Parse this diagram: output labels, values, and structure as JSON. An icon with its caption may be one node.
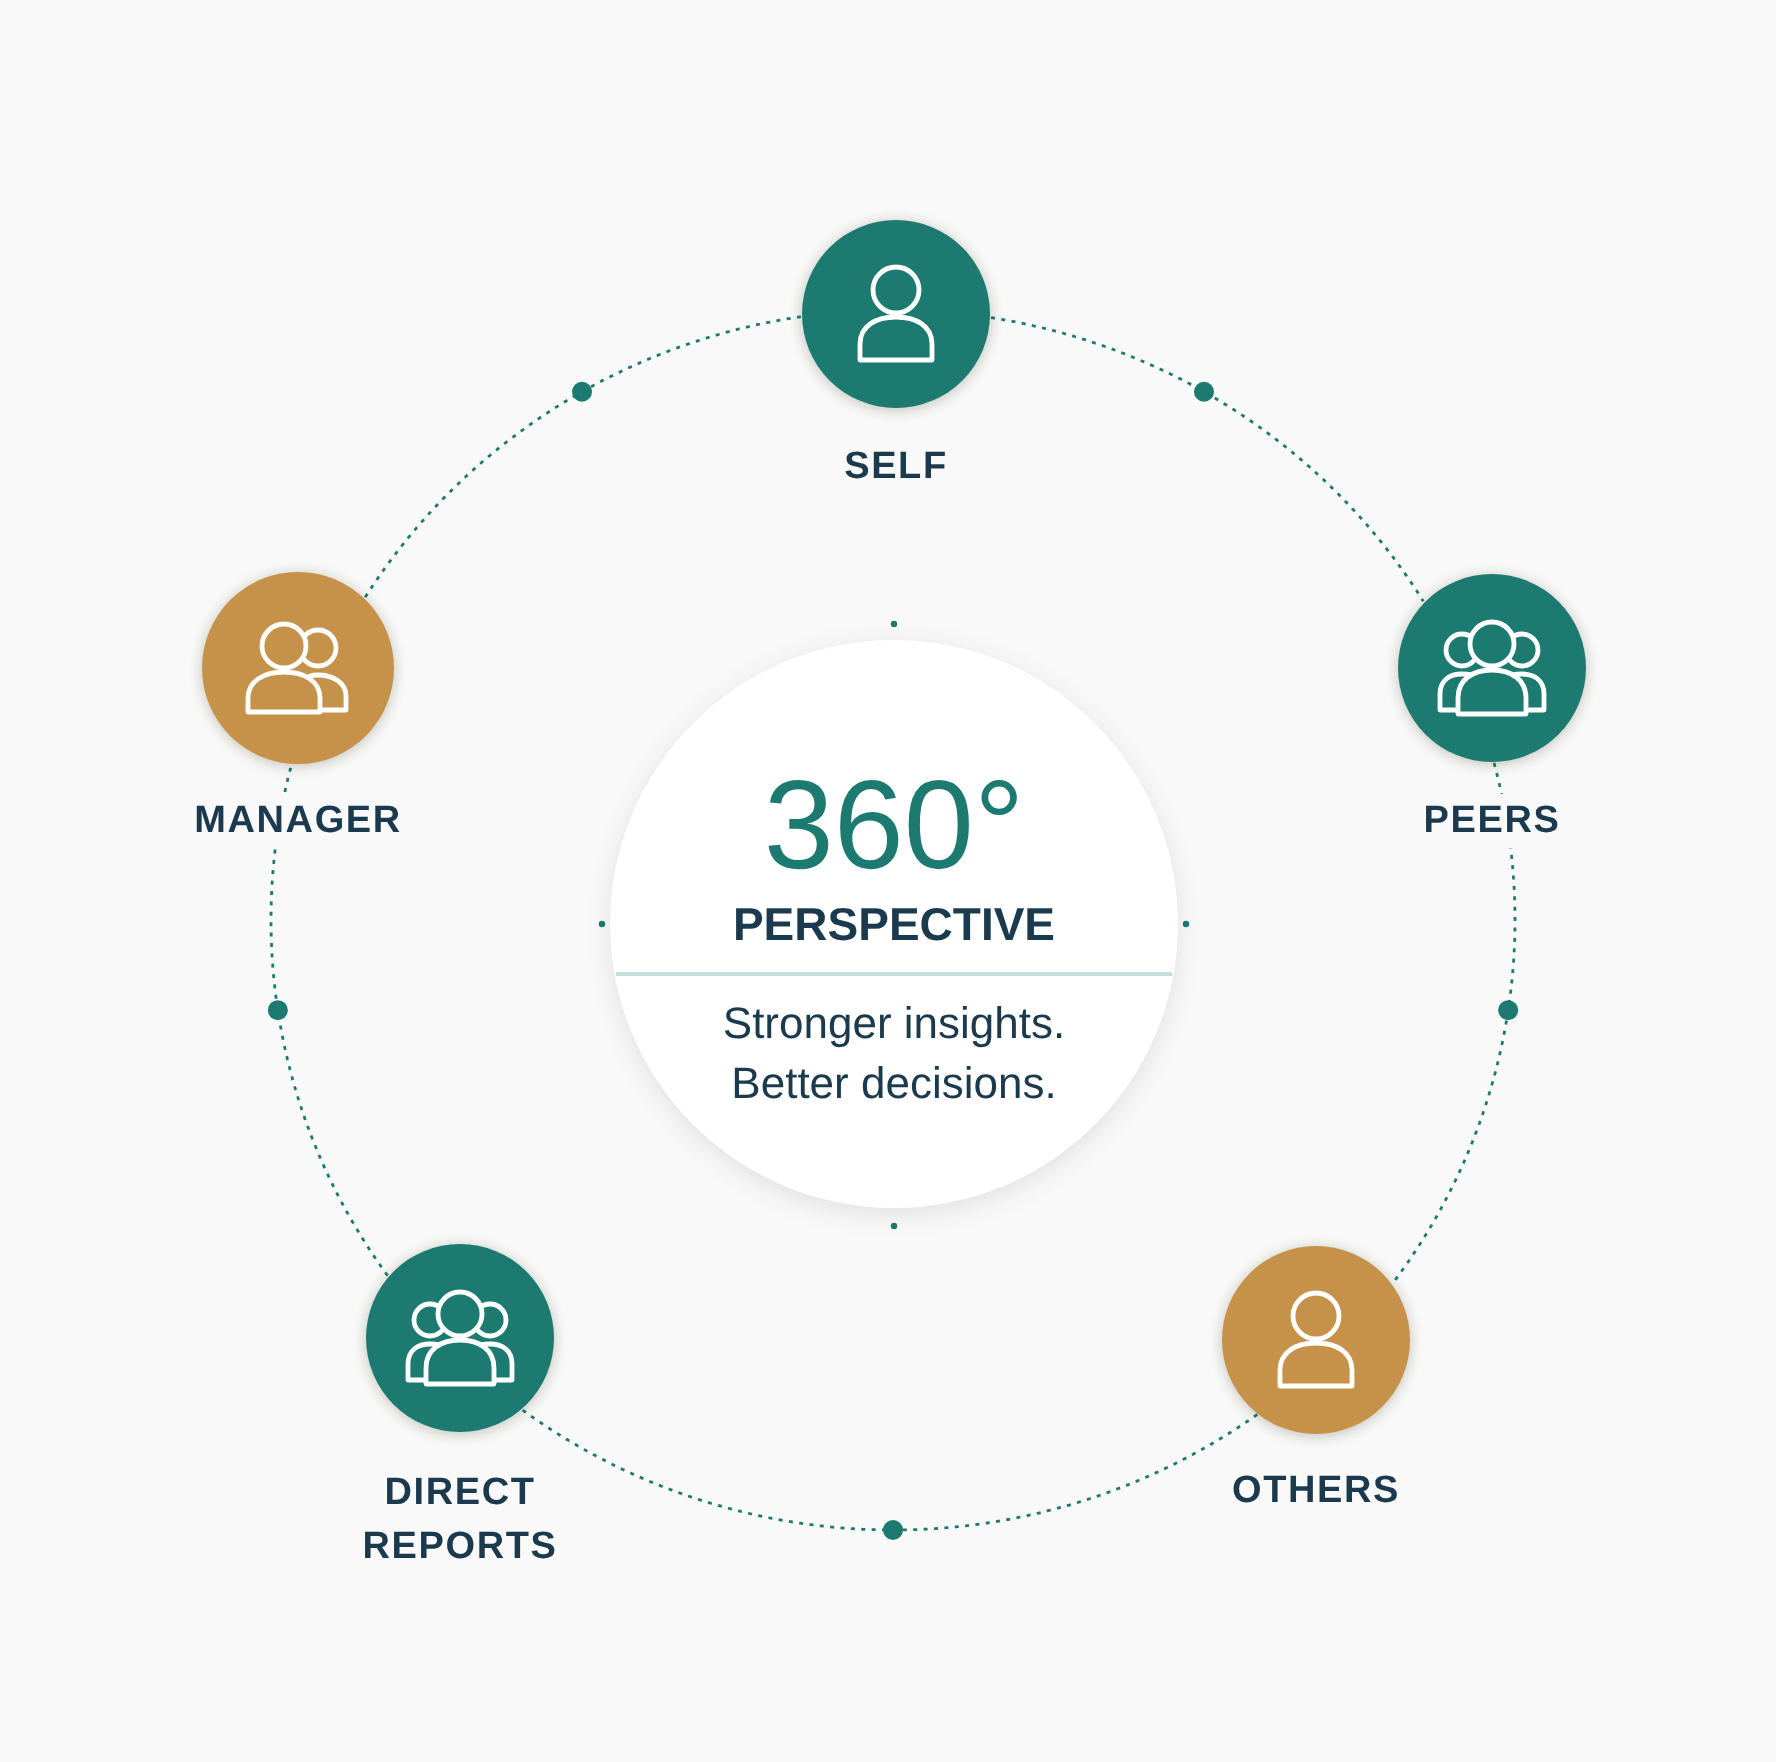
{
  "diagram": {
    "nodes": [
      {
        "text": [
          "SELF"
        ]
      },
      {
        "text": [
          "MANAGER"
        ]
      },
      {
        "text": [
          "PEERS"
        ]
      },
      {
        "text": [
          "360°",
          "PERSPECTIVE",
          "Stronger insights. Better decisions."
        ]
      },
      {
        "text": [
          "DIRECT REPORTS"
        ]
      },
      {
        "text": [
          "OTHERS"
        ]
      }
    ],
    "edges": [
      {
        "from": 0,
        "to": 2,
        "arrow": "none",
        "style": "dashed"
      },
      {
        "from": 2,
        "to": 5,
        "arrow": "none",
        "style": "dashed"
      },
      {
        "from": 5,
        "to": 4,
        "arrow": "none",
        "style": "dashed"
      },
      {
        "from": 4,
        "to": 1,
        "arrow": "none",
        "style": "dashed"
      },
      {
        "from": 1,
        "to": 0,
        "arrow": "none",
        "style": "dashed"
      }
    ]
  }
}
